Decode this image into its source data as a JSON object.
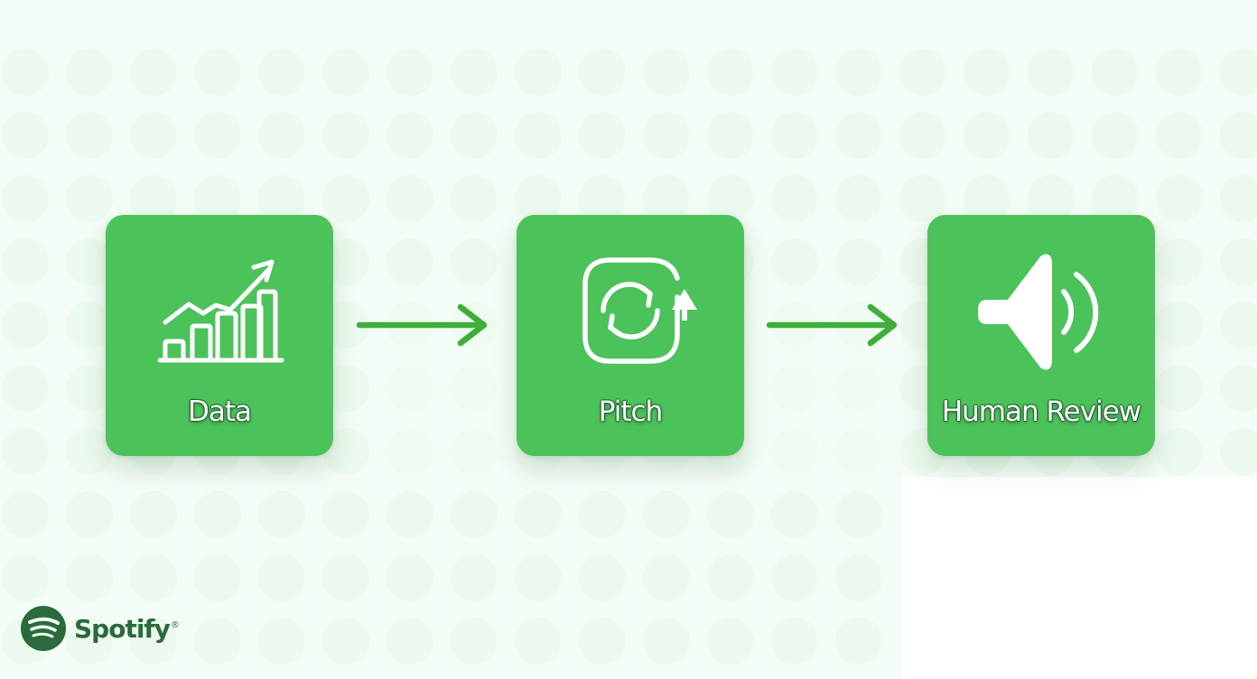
{
  "colors": {
    "background": "#f3fcf5",
    "card": "#4cc25b",
    "arrow": "#3fae3b",
    "icon": "#ffffff",
    "logo": "#2a6a3b",
    "dot": "#e3f6e7"
  },
  "steps": [
    {
      "label": "Data",
      "icon": "bar-chart-trend-icon"
    },
    {
      "label": "Pitch",
      "icon": "refresh-cycle-icon"
    },
    {
      "label": "Human Review",
      "icon": "speaker-volume-icon"
    }
  ],
  "connectors": [
    {
      "icon": "arrow-right-icon"
    },
    {
      "icon": "arrow-right-icon"
    }
  ],
  "logo": {
    "wordmark": "Spotify",
    "registered": "®",
    "icon": "spotify-logo-icon"
  }
}
